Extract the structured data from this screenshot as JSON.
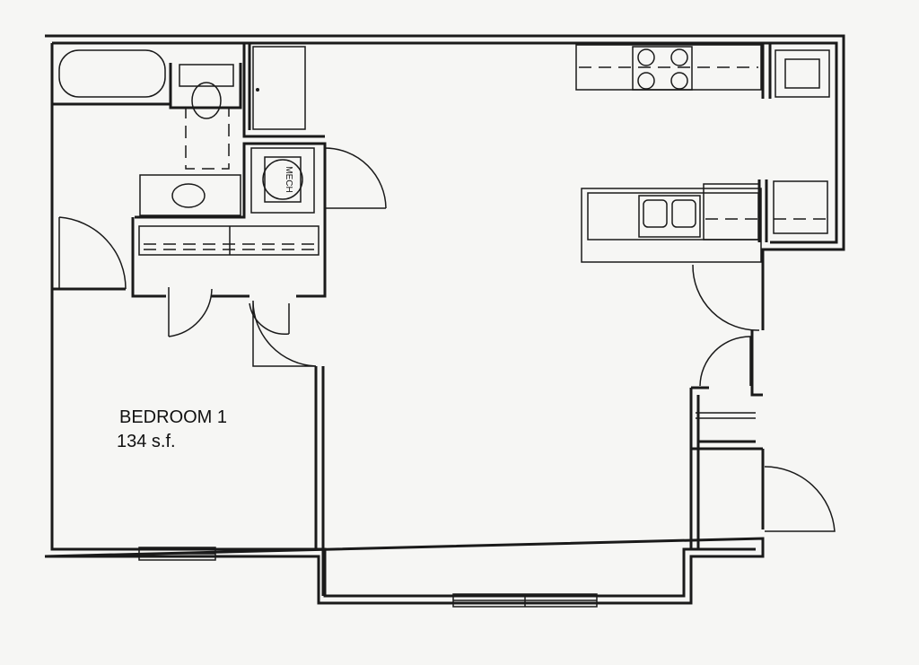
{
  "rooms": [
    {
      "name": "BEDROOM 1",
      "area": "134 s.f."
    }
  ],
  "fixtures": {
    "mech_label": "MECH"
  },
  "colors": {
    "line": "#1a1a1a",
    "paper": "#f6f6f4"
  }
}
